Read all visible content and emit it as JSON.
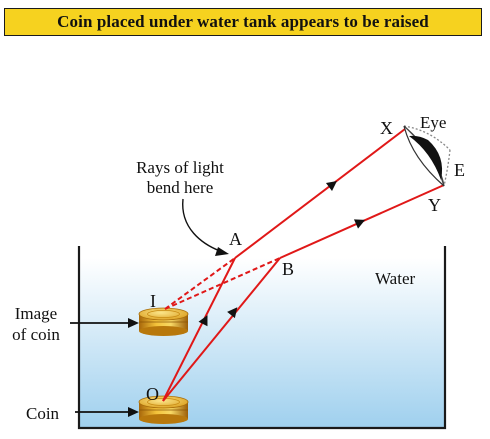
{
  "title": "Coin placed under water tank appears to be raised",
  "labels": {
    "rays_bend": [
      "Rays of light",
      "bend here"
    ],
    "point_a": "A",
    "point_b": "B",
    "point_i": "I",
    "point_o": "O",
    "point_x": "X",
    "point_y": "Y",
    "point_e": "E",
    "eye": "Eye",
    "water": "Water",
    "image_of_coin": [
      "Image",
      "of coin"
    ],
    "coin": "Coin"
  },
  "colors": {
    "title_bg": "#f6d21f",
    "ray": "#e01818",
    "water_top": "#ffffff",
    "water_bottom": "#9fd0ee",
    "tank": "#1a1a1a",
    "coin_gold": "#e8a617"
  },
  "icons": [
    "eye-icon",
    "coin-icon",
    "arrow-icon"
  ]
}
